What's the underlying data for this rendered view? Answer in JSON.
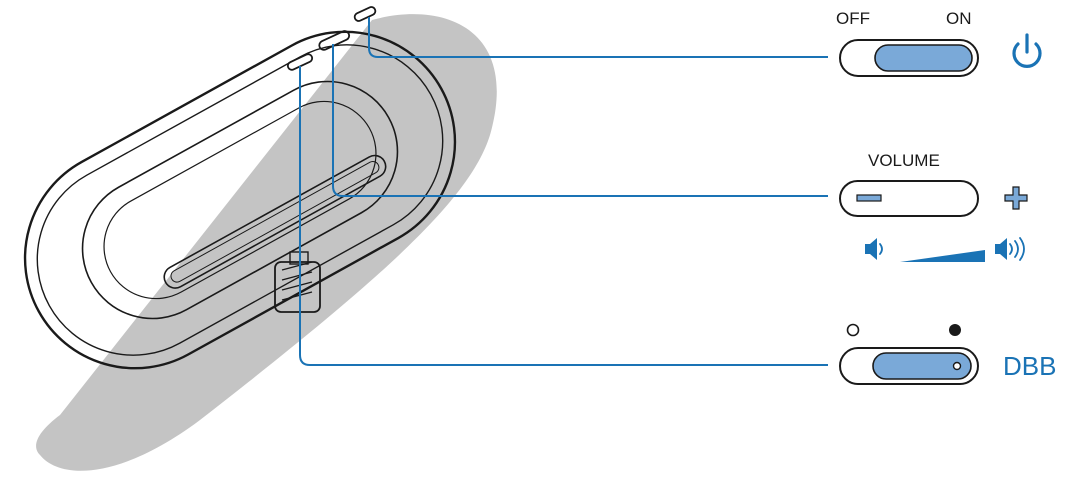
{
  "colors": {
    "accent": "#1a73b5",
    "knob_fill": "#7aa9d8",
    "shadow": "#c4c4c4",
    "outline": "#1a1a1a"
  },
  "power": {
    "off_label": "OFF",
    "on_label": "ON",
    "icon": "power-icon"
  },
  "volume": {
    "title": "VOLUME",
    "minus_icon": "minus-icon",
    "plus_icon": "plus-icon",
    "low_icon": "speaker-low-icon",
    "high_icon": "speaker-high-icon"
  },
  "dbb": {
    "label": "DBB",
    "off_indicator_icon": "circle-outline-icon",
    "on_indicator_icon": "circle-filled-icon"
  }
}
